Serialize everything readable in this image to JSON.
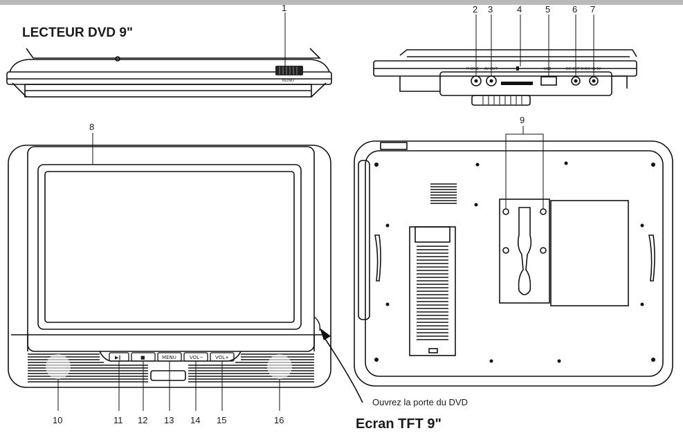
{
  "header_fragment": "",
  "titles": {
    "top_left": "LECTEUR DVD 9\"",
    "bottom_right": "Ecran TFT 9\""
  },
  "callouts": [
    "1",
    "2",
    "3",
    "4",
    "5",
    "6",
    "7",
    "8",
    "9",
    "10",
    "11",
    "12",
    "13",
    "14",
    "15",
    "16"
  ],
  "annotation": "Ouvrez la porte du DVD",
  "device_text": {
    "switch": "NO/NO",
    "phone": "PHONE",
    "av_out": "AV OUT",
    "usb": "USB",
    "dc_out": "DC OUT 9V",
    "dc_in": "DC IN 9V",
    "menu": "MENU",
    "vol_minus": "VOL−",
    "vol_plus": "VOL+"
  }
}
